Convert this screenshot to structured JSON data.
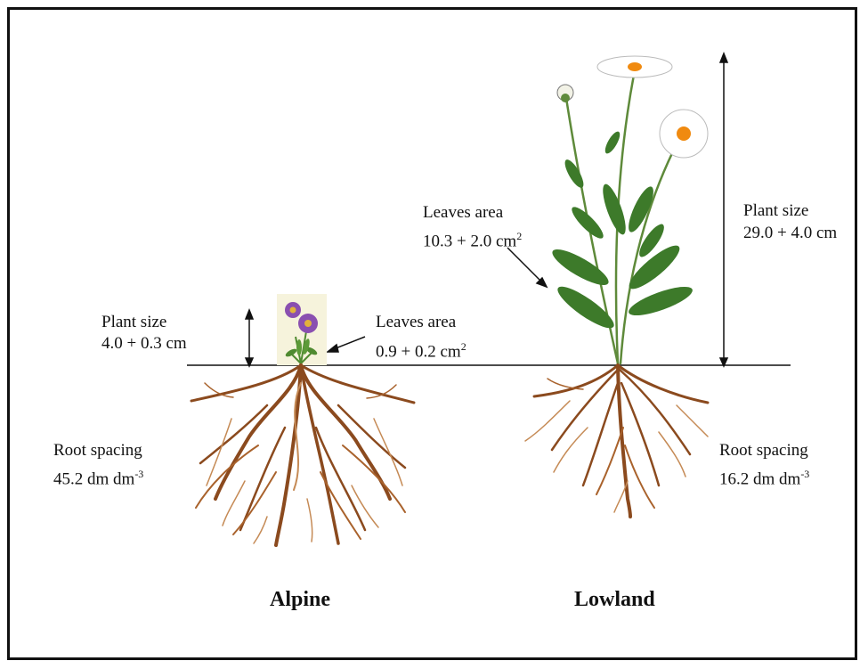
{
  "alpine": {
    "title": "Alpine",
    "plant_size_label": "Plant size",
    "plant_size_value": "4.0 + 0.3 cm",
    "leaves_area_label": "Leaves area",
    "leaves_area_value": "0.9 + 0.2 cm",
    "leaves_area_exp": "2",
    "root_spacing_label": "Root spacing",
    "root_spacing_value": "45.2 dm dm",
    "root_spacing_exp": "-3"
  },
  "lowland": {
    "title": "Lowland",
    "plant_size_label": "Plant size",
    "plant_size_value": "29.0 + 4.0 cm",
    "leaves_area_label": "Leaves area",
    "leaves_area_value": "10.3 + 2.0 cm",
    "leaves_area_exp": "2",
    "root_spacing_label": "Root spacing",
    "root_spacing_value": "16.2 dm dm",
    "root_spacing_exp": "-3"
  },
  "colors": {
    "root": "#8b4a1e",
    "root_light": "#c58a55",
    "leaf": "#3d7a2a",
    "stem": "#5e8a3a",
    "alpine_flower": "#8a4fb0",
    "daisy_petal": "#ffffff",
    "daisy_center": "#f08a10"
  }
}
